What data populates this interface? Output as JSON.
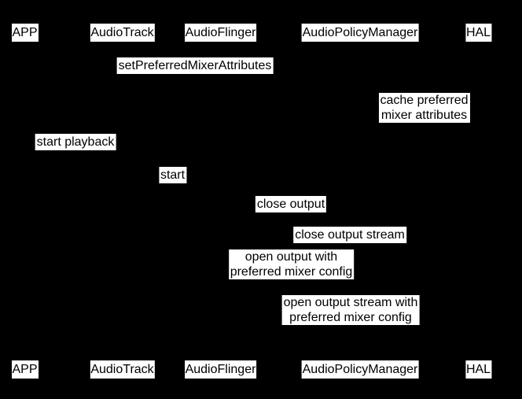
{
  "diagram": {
    "type": "sequence-diagram",
    "colors": {
      "background": "#000000",
      "label_box_fill": "#ffffff",
      "label_text": "#000000"
    },
    "participants": [
      {
        "label": "APP"
      },
      {
        "label": "AudioTrack"
      },
      {
        "label": "AudioFlinger"
      },
      {
        "label": "AudioPolicyManager"
      },
      {
        "label": "HAL"
      }
    ],
    "messages": [
      {
        "label": "setPreferredMixerAttributes"
      },
      {
        "label": "cache preferred\nmixer attributes"
      },
      {
        "label": "start playback"
      },
      {
        "label": "start"
      },
      {
        "label": "close output"
      },
      {
        "label": "close output stream"
      },
      {
        "label": "open output with\npreferred mixer config"
      },
      {
        "label": "open output stream with\npreferred mixer config"
      }
    ]
  }
}
